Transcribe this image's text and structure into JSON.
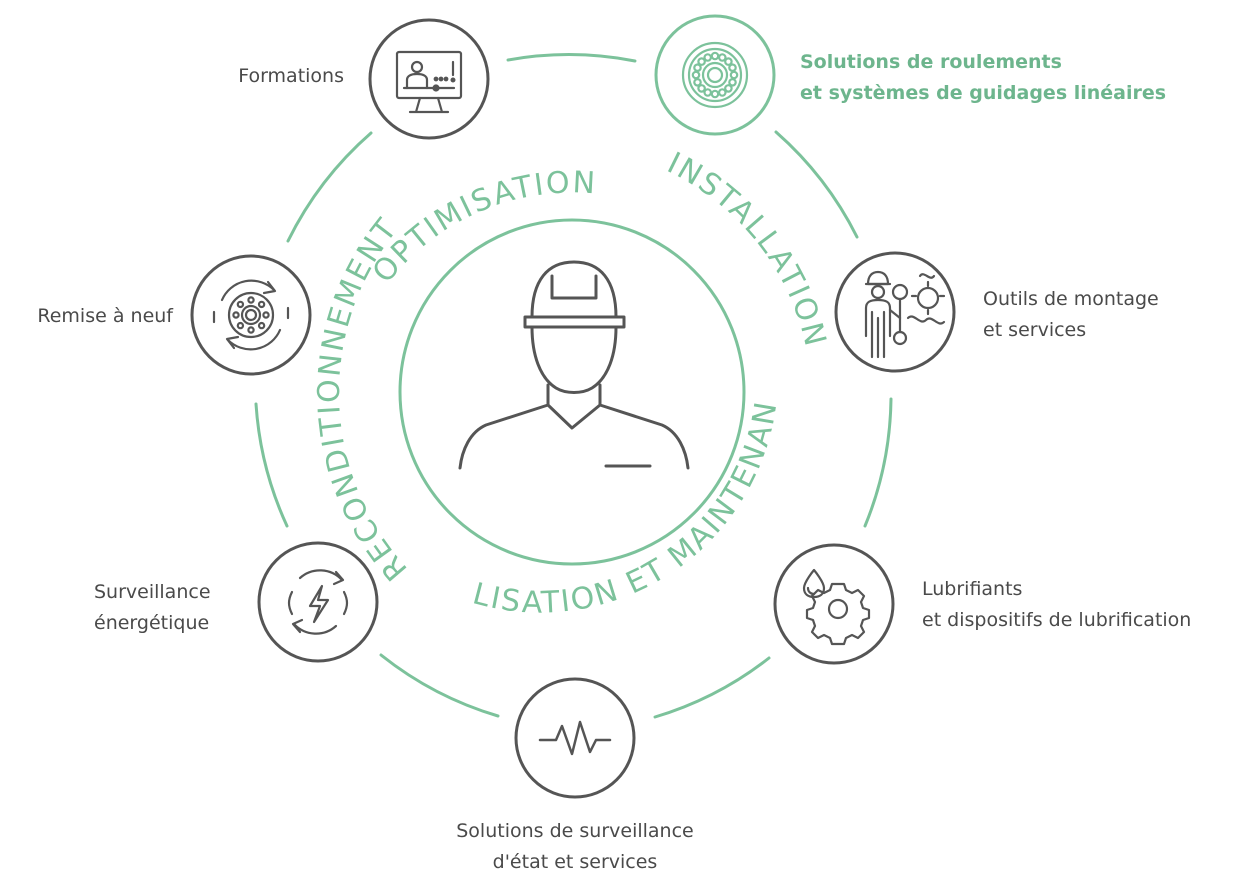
{
  "cycle_phases": {
    "optimisation": "OPTIMISATION",
    "installation": "INSTALLATION",
    "utilisation": "UTILISATION ET MAINTENANCE",
    "reconditionnement": "RECONDITIONNEMENT"
  },
  "nodes": {
    "formations": {
      "lines": [
        "Formations"
      ],
      "icon": "computer-presentation-icon"
    },
    "bearings": {
      "lines": [
        "Solutions de roulements",
        "et systèmes de guidages linéaires"
      ],
      "icon": "bearing-icon"
    },
    "tools": {
      "lines": [
        "Outils de montage",
        "et services"
      ],
      "icon": "worker-wrench-gears-icon"
    },
    "lubricants": {
      "lines": [
        "Lubrifiants",
        "et dispositifs de lubrification"
      ],
      "icon": "oil-drop-gear-icon"
    },
    "monitoring": {
      "lines": [
        "Solutions de surveillance",
        "d'état et services"
      ],
      "icon": "vibration-wave-icon"
    },
    "energy": {
      "lines": [
        "Surveillance",
        "énergétique"
      ],
      "icon": "energy-lightning-icon"
    },
    "refurbish": {
      "lines": [
        "Remise à neuf"
      ],
      "icon": "bearing-recycle-icon"
    }
  },
  "center": {
    "icon": "engineer-hardhat-icon"
  },
  "colors": {
    "accent": "#7cc29b",
    "accent_text": "#6db58d",
    "stroke": "#555555",
    "text": "#4a4a4a"
  }
}
